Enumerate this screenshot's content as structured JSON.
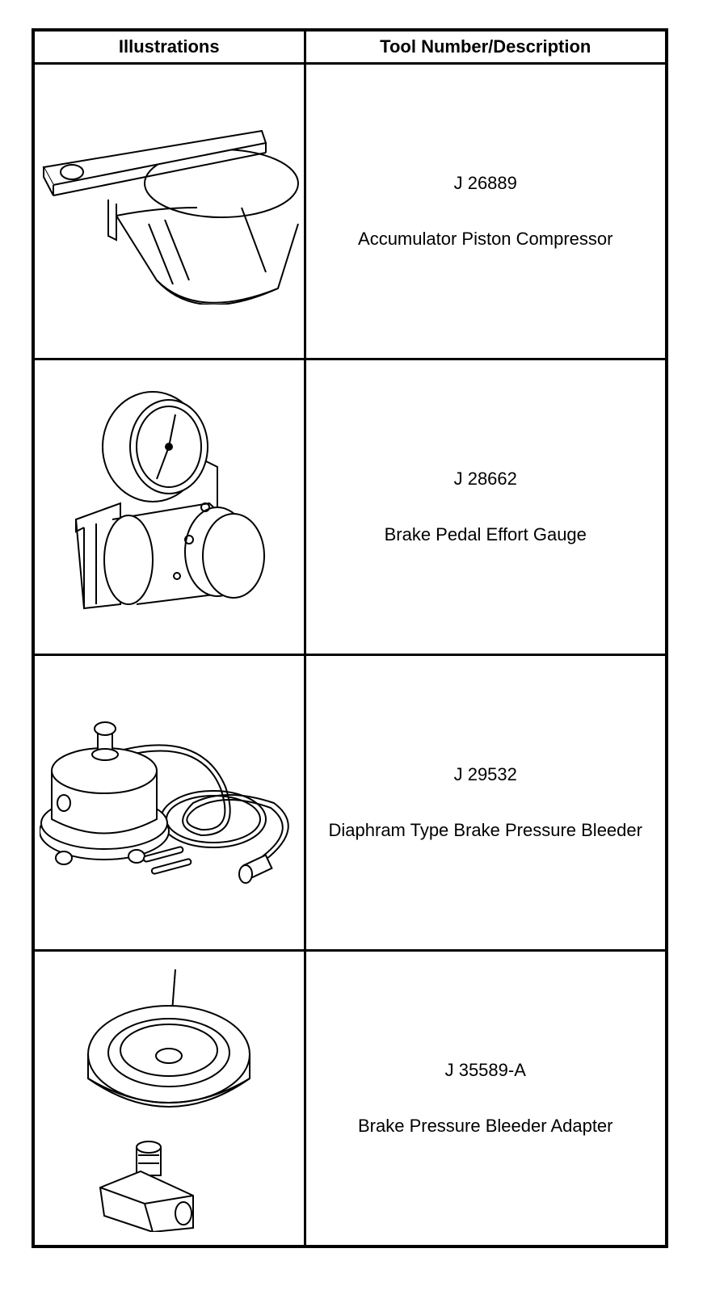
{
  "table": {
    "headers": {
      "illustrations": "Illustrations",
      "tool": "Tool Number/Description"
    },
    "rows": [
      {
        "number": "J 26889",
        "description": "Accumulator Piston Compressor",
        "icon": "accumulator-piston-compressor-icon"
      },
      {
        "number": "J 28662",
        "description": "Brake Pedal Effort Gauge",
        "icon": "brake-pedal-effort-gauge-icon"
      },
      {
        "number": "J 29532",
        "description": "Diaphram Type Brake Pressure Bleeder",
        "icon": "brake-pressure-bleeder-icon"
      },
      {
        "number": "J 35589-A",
        "description": "Brake Pressure Bleeder Adapter",
        "icon": "bleeder-adapter-icon"
      }
    ]
  }
}
